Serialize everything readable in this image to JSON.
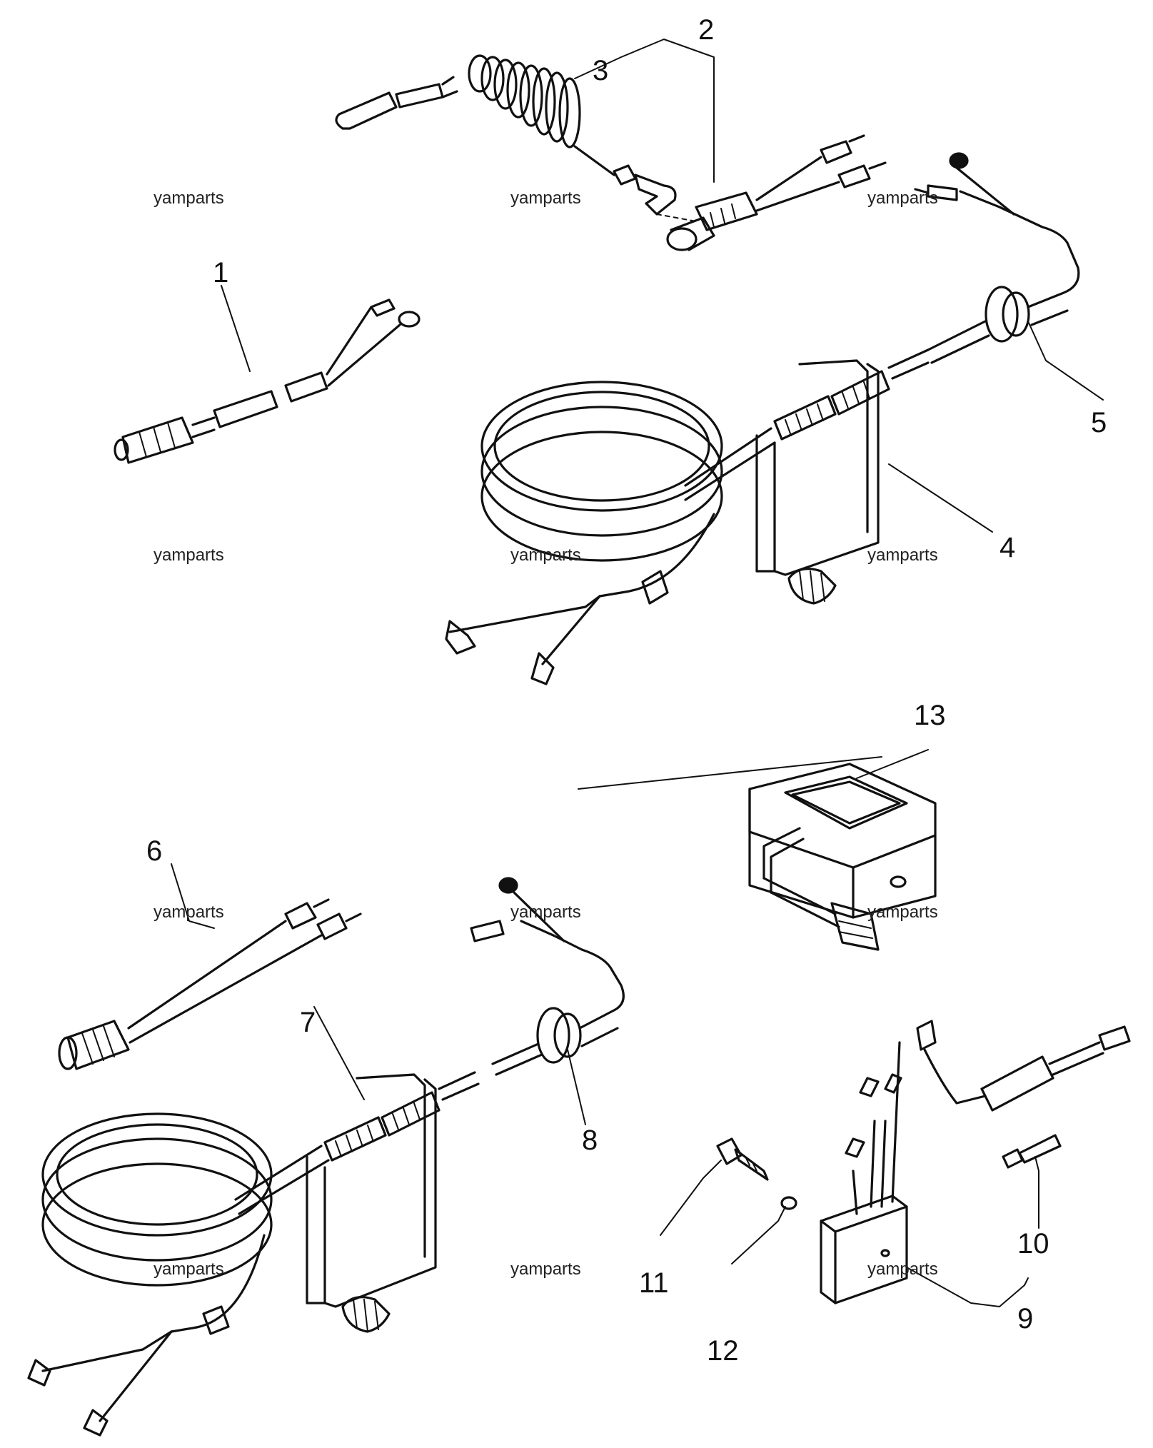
{
  "diagram": {
    "callouts": [
      {
        "id": "1",
        "label": "1"
      },
      {
        "id": "2",
        "label": "2"
      },
      {
        "id": "3",
        "label": "3"
      },
      {
        "id": "4",
        "label": "4"
      },
      {
        "id": "5",
        "label": "5"
      },
      {
        "id": "6",
        "label": "6"
      },
      {
        "id": "7",
        "label": "7"
      },
      {
        "id": "8",
        "label": "8"
      },
      {
        "id": "9",
        "label": "9"
      },
      {
        "id": "10",
        "label": "10"
      },
      {
        "id": "11",
        "label": "11"
      },
      {
        "id": "12",
        "label": "12"
      },
      {
        "id": "13",
        "label": "13"
      }
    ],
    "watermark": "yamparts"
  }
}
